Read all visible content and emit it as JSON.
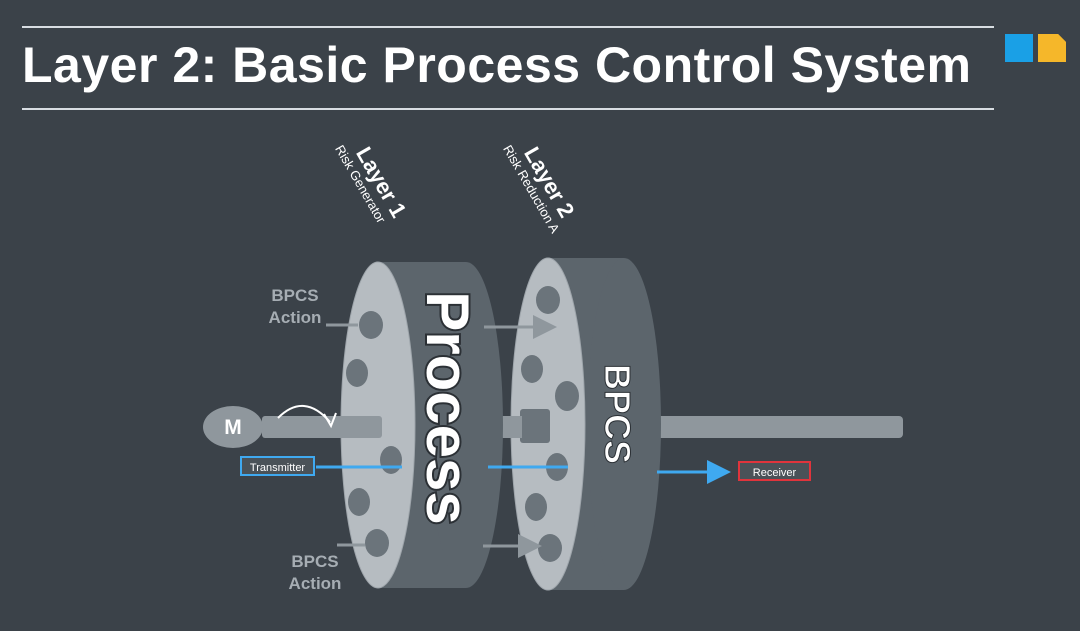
{
  "title": "Layer 2: Basic Process Control System",
  "logo_colors": {
    "left": "#1aa0e6",
    "right": "#f5b72a"
  },
  "diagram": {
    "layer1": {
      "name": "Layer 1",
      "subtitle": "Risk Generator"
    },
    "layer2": {
      "name": "Layer 2",
      "subtitle": "Risk Reduction A"
    },
    "process_label": "Process",
    "bpcs_label": "BPCS",
    "bpcs_action_top": "BPCS\nAction",
    "bpcs_action_bottom": "BPCS\nAction",
    "motor_label": "M",
    "transmitter_label": "Transmitter",
    "receiver_label": "Receiver",
    "colors": {
      "background": "#3b4249",
      "disc_face": "#b6bcc1",
      "disc_rim": "#5c656c",
      "signal_line": "#3fa9f0",
      "receiver_border": "#e0343c"
    }
  }
}
